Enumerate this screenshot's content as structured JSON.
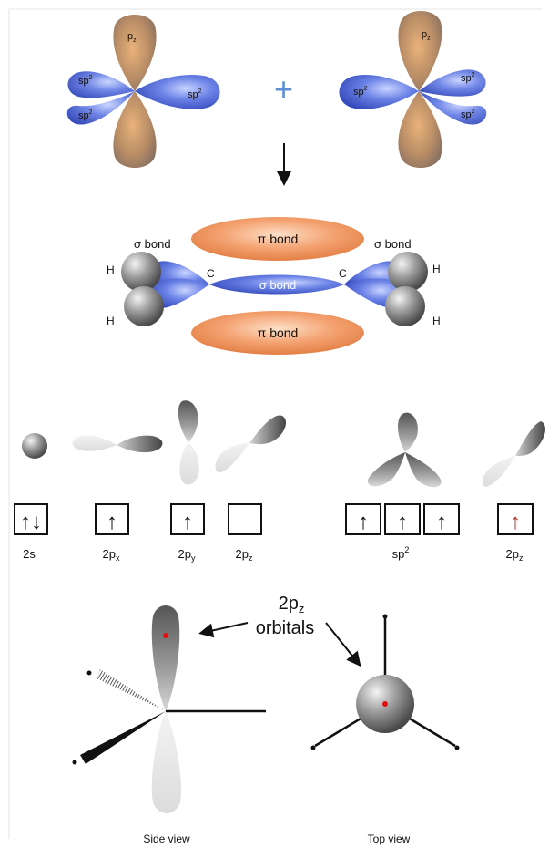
{
  "top": {
    "left_labels": {
      "pz": "p",
      "pz_sub": "z",
      "sp2_a": "sp",
      "sp2_b": "sp",
      "sp2_c": "sp",
      "sup": "2"
    },
    "right_labels": {
      "pz": "p",
      "pz_sub": "z",
      "sp2_a": "sp",
      "sp2_b": "sp",
      "sp2_c": "sp",
      "sup": "2"
    },
    "plus": "+",
    "colors": {
      "blue": "#4a64d8",
      "orange": "#c8905a"
    }
  },
  "ethylene": {
    "pi_top": "π bond",
    "pi_bottom": "π bond",
    "sigma_left": "σ bond",
    "sigma_right": "σ bond",
    "sigma_center": "σ bond",
    "carbon_left": "C",
    "carbon_right": "C",
    "h1": "H",
    "h2": "H",
    "h3": "H",
    "h4": "H",
    "colors": {
      "pi": "#f0955a",
      "sigma": "#4a64d8"
    }
  },
  "hybridization": {
    "before": [
      {
        "label": "2s",
        "sub": ""
      },
      {
        "label": "2p",
        "sub": "x"
      },
      {
        "label": "2p",
        "sub": "y"
      },
      {
        "label": "2p",
        "sub": "z"
      }
    ],
    "after_sp2": {
      "label": "sp",
      "sup": "2"
    },
    "after_pz": {
      "label": "2p",
      "sub": "z"
    },
    "arrow_red": "#b33a30",
    "up": "↑",
    "updown": "↑↓"
  },
  "views": {
    "orbital_label_main": "2p",
    "orbital_label_sub": "z",
    "orbital_label_line2": "orbitals",
    "side_view": "Side view",
    "top_view": "Top view",
    "dot_color": "#e01010"
  }
}
